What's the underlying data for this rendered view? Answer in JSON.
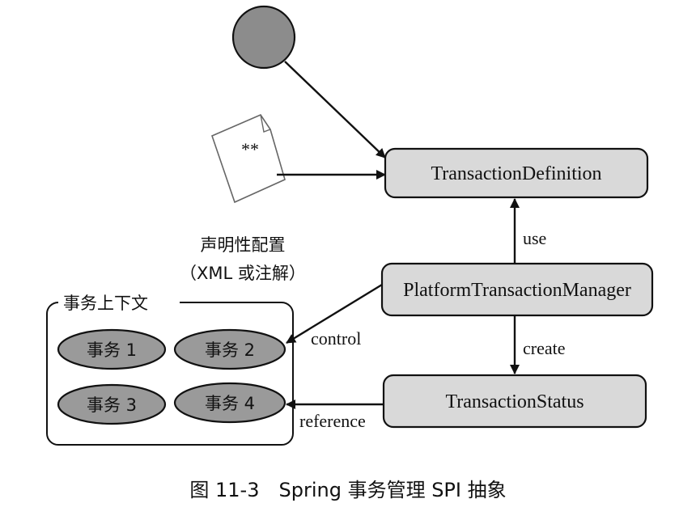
{
  "diagram": {
    "nodes": {
      "definition": "TransactionDefinition",
      "manager": "PlatformTransactionManager",
      "status": "TransactionStatus"
    },
    "edges": {
      "use": "use",
      "create": "create",
      "control": "control",
      "reference": "reference"
    },
    "config_label": {
      "line1": "声明性配置",
      "line2": "（XML 或注解）"
    },
    "context": {
      "title": "事务上下文",
      "transactions": [
        "事务 1",
        "事务 2",
        "事务 3",
        "事务 4"
      ]
    },
    "file_icon_mark": "**",
    "caption": "图 11-3　Spring 事务管理 SPI 抽象"
  },
  "colors": {
    "box_fill": "#d9d9d9",
    "ellipse_fill": "#9a9a9a",
    "circle_fill": "#8c8c8c",
    "stroke": "#111111"
  }
}
